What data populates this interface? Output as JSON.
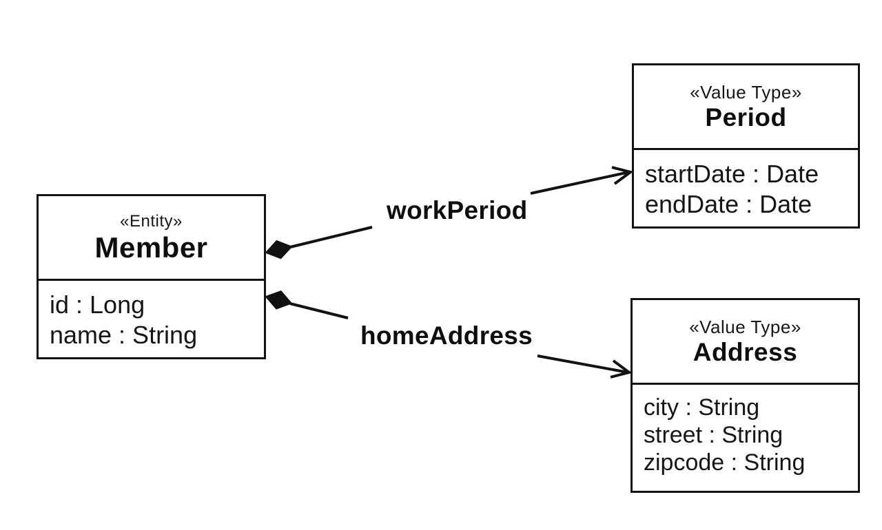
{
  "diagram": {
    "type": "uml-class-diagram",
    "background": "#ffffff",
    "stroke_color": "#121212"
  },
  "classes": {
    "member": {
      "stereotype": "«Entity»",
      "name": "Member",
      "attributes": [
        "id : Long",
        "name : String"
      ]
    },
    "period": {
      "stereotype": "«Value Type»",
      "name": "Period",
      "attributes": [
        "startDate : Date",
        "endDate : Date"
      ]
    },
    "address": {
      "stereotype": "«Value Type»",
      "name": "Address",
      "attributes": [
        "city : String",
        "street : String",
        "zipcode : String"
      ]
    }
  },
  "associations": [
    {
      "label": "workPeriod",
      "from": "Member",
      "to": "Period",
      "type": "composition",
      "source_marker": "filled-diamond",
      "target_marker": "open-arrow"
    },
    {
      "label": "homeAddress",
      "from": "Member",
      "to": "Address",
      "type": "composition",
      "source_marker": "filled-diamond",
      "target_marker": "open-arrow"
    }
  ]
}
